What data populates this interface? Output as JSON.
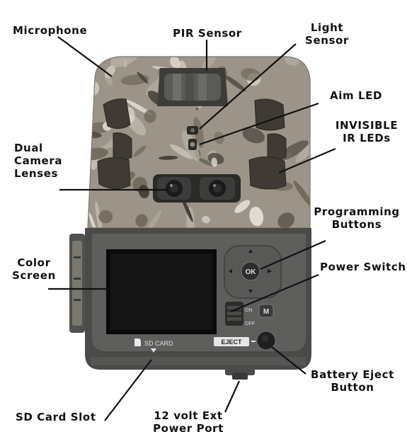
{
  "callouts": {
    "microphone": "Microphone",
    "pir_sensor": "PIR Sensor",
    "light_sensor": {
      "line1": "Light",
      "line2": "Sensor"
    },
    "aim_led": "Aim LED",
    "ir_leds": {
      "line1": "INVISIBLE",
      "line2": "IR LEDs"
    },
    "dual_lenses": {
      "line1": "Dual",
      "line2": "Camera",
      "line3": "Lenses"
    },
    "programming_buttons": {
      "line1": "Programming",
      "line2": "Buttons"
    },
    "color_screen": {
      "line1": "Color",
      "line2": "Screen"
    },
    "power_switch": "Power Switch",
    "battery_eject": {
      "line1": "Battery Eject",
      "line2": "Button"
    },
    "sd_card_slot": "SD Card Slot",
    "ext_power": {
      "line1": "12 volt Ext",
      "line2": "Power Port"
    }
  },
  "device_labels": {
    "ok": "OK",
    "on": "ON",
    "off": "OFF",
    "m": "M",
    "eject": "EJECT",
    "sd_card": "SD CARD"
  },
  "colors": {
    "camo_base": "#9c9488",
    "camo_dark": "#3f3a33",
    "camo_mid": "#6e6658",
    "camo_light": "#e6e2da",
    "panel": "#5e5e5c",
    "panel_dark": "#4a4a48",
    "screen": "#151515",
    "label_ink": "#111111",
    "leader": "#111111"
  },
  "icons": [
    "up-arrow-icon",
    "down-arrow-icon",
    "left-arrow-icon",
    "right-arrow-icon",
    "sd-card-icon",
    "down-triangle-icon"
  ]
}
